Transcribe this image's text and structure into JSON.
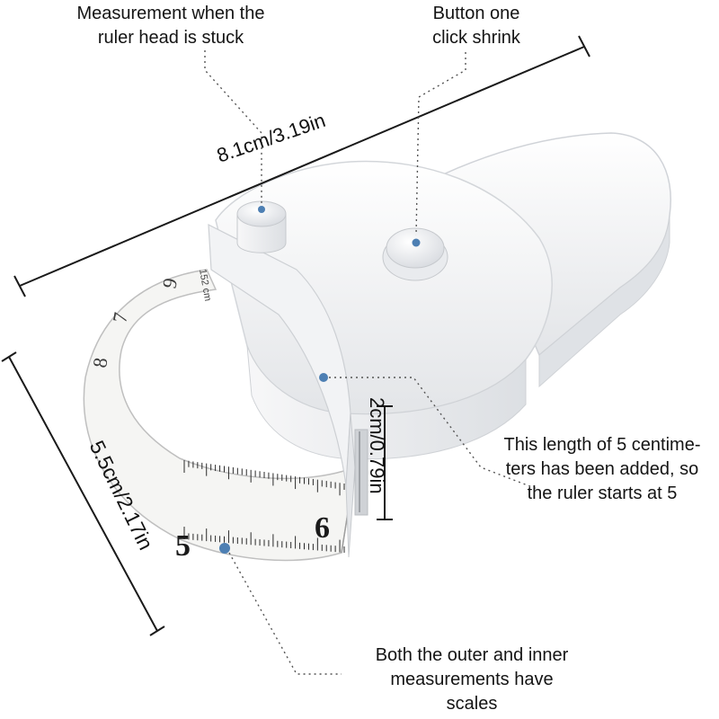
{
  "callouts": {
    "head_stuck": [
      "Measurement when the",
      "ruler head is stuck"
    ],
    "button": [
      "Button one",
      "click shrink"
    ],
    "length_added": [
      "This length of 5 centime-",
      "ters has been added, so",
      "the ruler starts at 5"
    ],
    "scales": [
      "Both the outer and inner",
      "measurements have",
      "scales"
    ]
  },
  "dimensions": {
    "width": "8.1cm/3.19in",
    "height": "2cm/0.79in",
    "depth": "5.5cm/2.17in"
  },
  "tape": {
    "numbers": [
      "5",
      "6",
      "7",
      "8",
      "9"
    ],
    "end_label": "152 cm"
  },
  "colors": {
    "body": "#f4f5f7",
    "marker": "#4d7fb3",
    "line": "#1a1a1a"
  }
}
